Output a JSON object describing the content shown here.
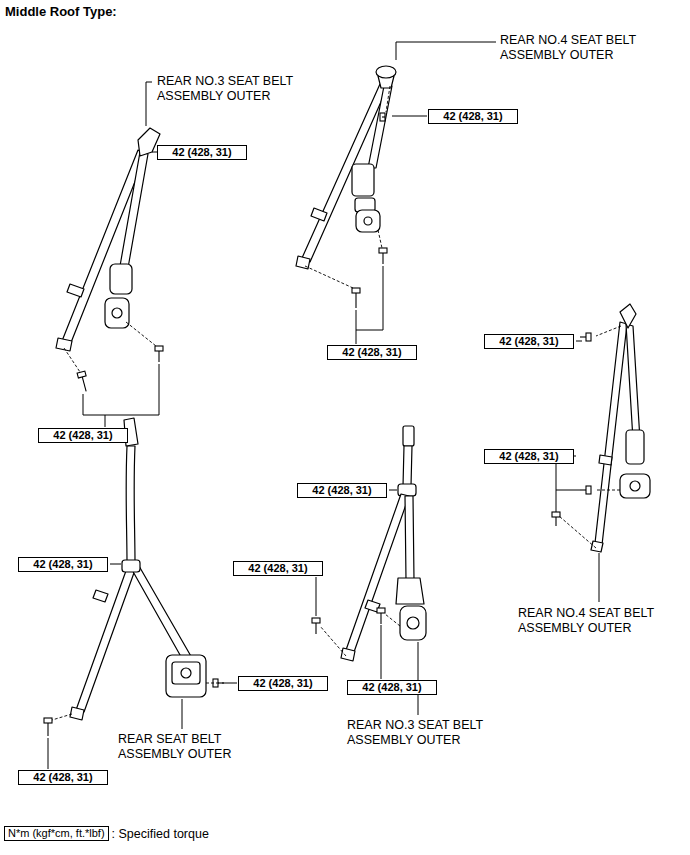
{
  "diagram": {
    "title": "Middle Roof Type:",
    "nodes": [
      {
        "text": [
          "42 (428, 31)"
        ]
      },
      {
        "text": [
          "42 (428, 31)"
        ]
      },
      {
        "text": [
          "42 (428, 31)"
        ]
      },
      {
        "text": [
          "42 (428, 31)"
        ]
      },
      {
        "text": [
          "42 (428, 31)"
        ]
      },
      {
        "text": [
          "42 (428, 31)"
        ]
      },
      {
        "text": [
          "42 (428, 31)"
        ]
      },
      {
        "text": [
          "42 (428, 31)"
        ]
      },
      {
        "text": [
          "42 (428, 31)"
        ]
      },
      {
        "text": [
          "42 (428, 31)"
        ]
      },
      {
        "text": [
          "42 (428, 31)"
        ]
      },
      {
        "text": [
          "42 (428, 31)"
        ]
      },
      {
        "text": [
          "N*m (kgf*cm, ft.*lbf)",
          ": Specified torque"
        ]
      }
    ],
    "edges": [],
    "labels": [
      "REAR NO.3 SEAT BELT ASSEMBLY OUTER",
      "REAR NO.4 SEAT BELT ASSEMBLY OUTER",
      "REAR NO.4 SEAT BELT ASSEMBLY OUTER",
      "REAR SEAT BELT ASSEMBLY OUTER",
      "REAR NO.3 SEAT BELT ASSEMBLY OUTER"
    ]
  }
}
